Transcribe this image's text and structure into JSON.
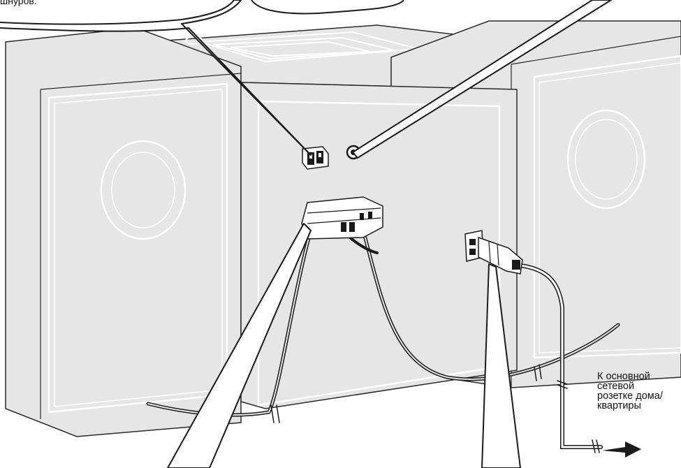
{
  "callout_top_left": {
    "text": "шнуров."
  },
  "mains_label": {
    "lines": [
      "К основной",
      "сетевой",
      "розетке дома/",
      "квартиры"
    ]
  },
  "colors": {
    "unit_fill": "#e6e6e6",
    "unit_stroke": "#2a2a2a",
    "panel_line": "#ffffff",
    "cable": "#1a1a1a",
    "callout_fill": "#ffffff"
  }
}
